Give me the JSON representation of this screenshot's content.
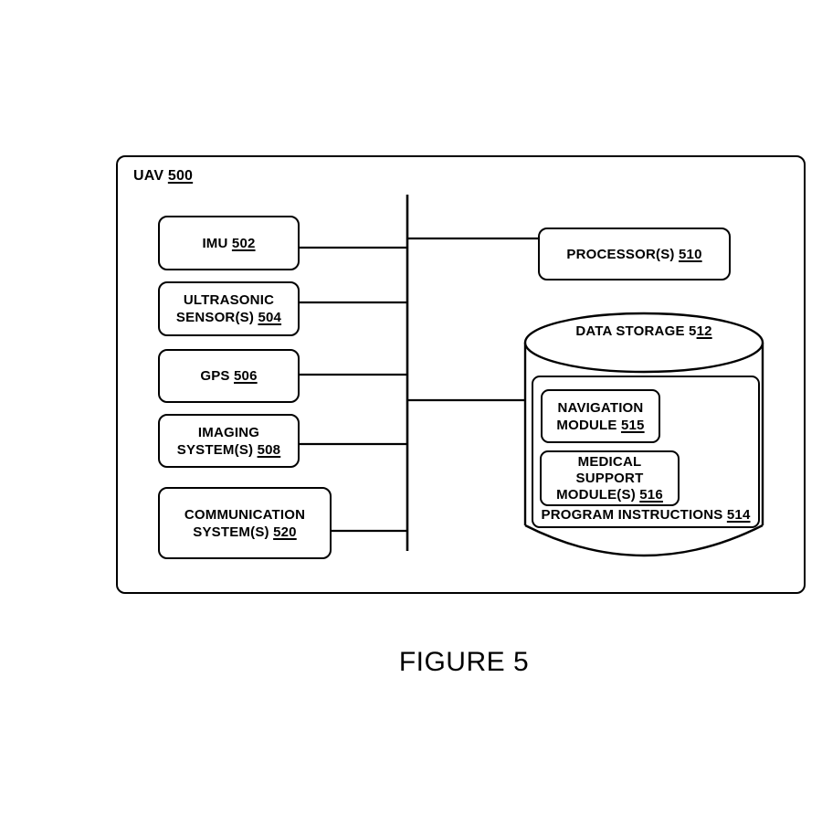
{
  "caption": "FIGURE 5",
  "line_color": "#000000",
  "boxes": {
    "uav": {
      "pre": "UAV ",
      "und": "500"
    },
    "imu": {
      "l1_pre": "IMU ",
      "l1_und": "502"
    },
    "ultrasonic": {
      "l1": "ULTRASONIC",
      "l2_pre": "SENSOR(S) ",
      "l2_und": "504"
    },
    "gps": {
      "l1_pre": "GPS ",
      "l1_und": "506"
    },
    "imaging": {
      "l1": "IMAGING",
      "l2_pre": "SYSTEM(S) ",
      "l2_und": "508"
    },
    "communication": {
      "l1": "COMMUNICATION",
      "l2_pre": "SYSTEM(S) ",
      "l2_und": "520"
    },
    "processor": {
      "l1_pre": "PROCESSOR(S) ",
      "l1_und": "510"
    },
    "data_storage": {
      "l1_pre": "DATA STORAGE 5",
      "l1_und": "12"
    },
    "navigation": {
      "l1": "NAVIGATION",
      "l2_pre": "MODULE ",
      "l2_und": "515"
    },
    "medical": {
      "l1": "MEDICAL",
      "l2": "SUPPORT",
      "l3_pre": "MODULE(S) ",
      "l3_und": "516"
    },
    "program_instructions": {
      "l1_pre": "PROGRAM INSTRUCTIONS ",
      "l1_und": "514"
    }
  }
}
